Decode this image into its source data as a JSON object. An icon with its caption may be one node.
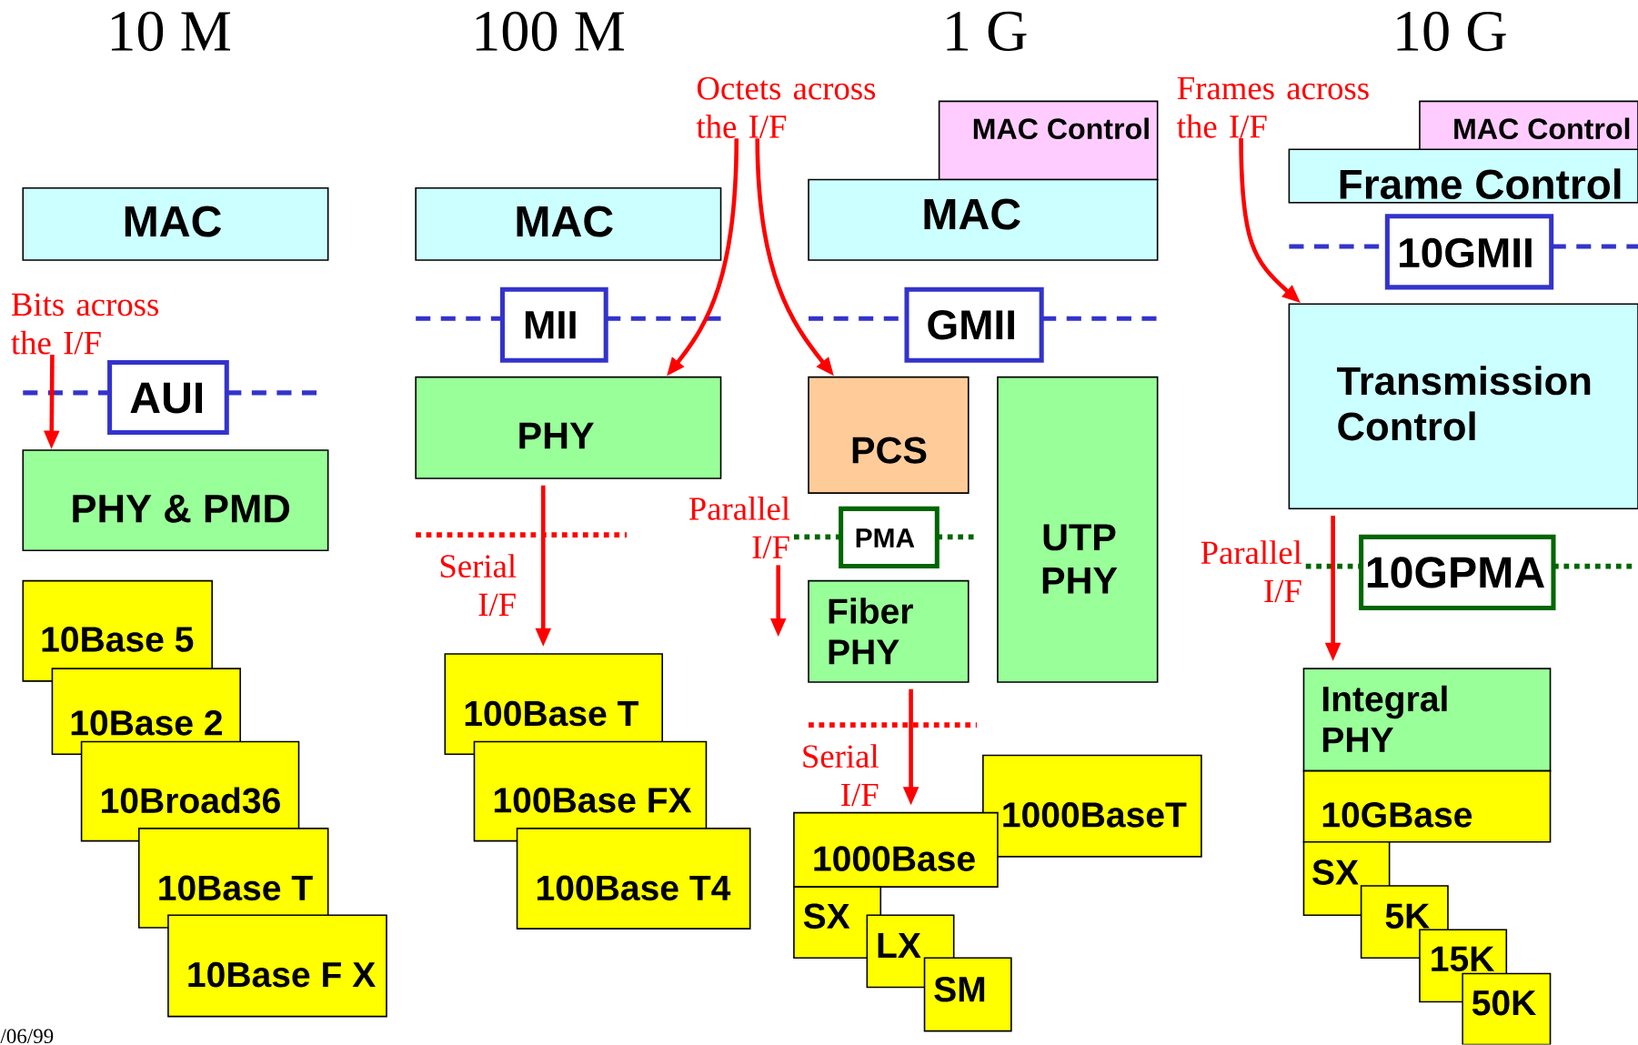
{
  "diagram": {
    "nodes": [
      {
        "text": [
          "MAC"
        ]
      },
      {
        "text": [
          "AUI"
        ]
      },
      {
        "text": [
          "PHY & PMD"
        ]
      },
      {
        "text": [
          "10Base 5"
        ]
      },
      {
        "text": [
          "10Base 2"
        ]
      },
      {
        "text": [
          "10Broad36"
        ]
      },
      {
        "text": [
          "10Base T"
        ]
      },
      {
        "text": [
          "10Base F X"
        ]
      },
      {
        "text": [
          "MAC"
        ]
      },
      {
        "text": [
          "MII"
        ]
      },
      {
        "text": [
          "PHY"
        ]
      },
      {
        "text": [
          "100Base T"
        ]
      },
      {
        "text": [
          "100Base FX"
        ]
      },
      {
        "text": [
          "100Base T4"
        ]
      },
      {
        "text": [
          "MAC Control"
        ]
      },
      {
        "text": [
          "MAC"
        ]
      },
      {
        "text": [
          "GMII"
        ]
      },
      {
        "text": [
          "PCS"
        ]
      },
      {
        "text": [
          "PMA"
        ]
      },
      {
        "text": [
          "Fiber PHY"
        ]
      },
      {
        "text": [
          "UTP PHY"
        ]
      },
      {
        "text": [
          "1000BaseT"
        ]
      },
      {
        "text": [
          "1000Base"
        ]
      },
      {
        "text": [
          "SX"
        ]
      },
      {
        "text": [
          "LX"
        ]
      },
      {
        "text": [
          "SM"
        ]
      },
      {
        "text": [
          "MAC Control"
        ]
      },
      {
        "text": [
          "Frame Control"
        ]
      },
      {
        "text": [
          "10GMII"
        ]
      },
      {
        "text": [
          "Transmission Control"
        ]
      },
      {
        "text": [
          "10GPMA"
        ]
      },
      {
        "text": [
          "Integral PHY"
        ]
      },
      {
        "text": [
          "10GBase"
        ]
      },
      {
        "text": [
          "SX"
        ]
      },
      {
        "text": [
          "5K"
        ]
      },
      {
        "text": [
          "15K"
        ]
      },
      {
        "text": [
          "50K"
        ]
      },
      {
        "text": [
          "Bits across the I/F"
        ]
      },
      {
        "text": [
          "Octets across the I/F"
        ]
      },
      {
        "text": [
          "Frames across the I/F"
        ]
      }
    ],
    "edges": [
      {
        "from": 37,
        "to": 2,
        "arrow": "to"
      },
      {
        "from": 38,
        "to": 10,
        "arrow": "to"
      },
      {
        "from": 38,
        "to": 17,
        "arrow": "to"
      },
      {
        "from": 39,
        "to": 29,
        "arrow": "to"
      },
      {
        "from": 10,
        "to": 11,
        "arrow": "to",
        "label": "Serial I/F"
      },
      {
        "from": 19,
        "to": 22,
        "arrow": "to",
        "label": "Serial I/F"
      },
      {
        "from": 29,
        "to": 31,
        "arrow": "to",
        "label": "Parallel I/F"
      }
    ],
    "labels": [
      "10 M",
      "100 M",
      "1 G",
      "10 G",
      "Parallel I/F",
      "/06/99"
    ]
  }
}
